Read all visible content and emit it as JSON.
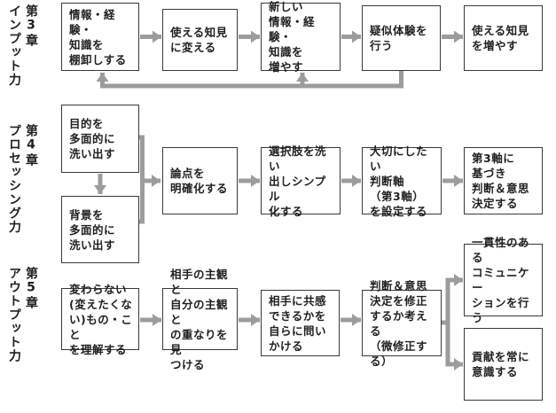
{
  "rows": [
    {
      "chapter": "第3章",
      "skill": "インプット力",
      "boxes": [
        {
          "id": "r1b1",
          "label": "情報・経験・\n知識を\n棚卸しする"
        },
        {
          "id": "r1b2",
          "label": "使える知見\nに変える"
        },
        {
          "id": "r1b3",
          "label": "新しい\n情報・経験・\n知識を\n増やす"
        },
        {
          "id": "r1b4",
          "label": "疑似体験を\n行う"
        },
        {
          "id": "r1b5",
          "label": "使える知見\nを増やす"
        }
      ]
    },
    {
      "chapter": "第4章",
      "skill": "プロセッシング力",
      "boxes": [
        {
          "id": "r2b1",
          "label": "目的を\n多面的に\n洗い出す"
        },
        {
          "id": "r2b2",
          "label": "背景を\n多面的に\n洗い出す"
        },
        {
          "id": "r2b3",
          "label": "論点を\n明確化する"
        },
        {
          "id": "r2b4",
          "label": "選択肢を洗い\n出しシンプル\n化する"
        },
        {
          "id": "r2b5",
          "label": "大切にしたい\n判断軸\n（第3軸）\nを設定する"
        },
        {
          "id": "r2b6",
          "label": "第3軸に\n基づき\n判断＆意思\n決定する"
        }
      ]
    },
    {
      "chapter": "第5章",
      "skill": "アウトプット力",
      "boxes": [
        {
          "id": "r3b1",
          "label": "変わらない\n(変えたくな\nい)もの・こと\nを理解する"
        },
        {
          "id": "r3b2",
          "label": "相手の主観と\n自分の主観と\nの重なりを見\nつける"
        },
        {
          "id": "r3b3",
          "label": "相手に共感\nできるかを\n自らに問い\nかける"
        },
        {
          "id": "r3b4",
          "label": "判断＆意思\n決定を修正\nするか考える\n（微修正する）"
        },
        {
          "id": "r3b5",
          "label": "一貫性のある\nコミュニケー\nションを行う"
        },
        {
          "id": "r3b6",
          "label": "貢献を常に\n意識する"
        }
      ]
    }
  ],
  "edges": [
    {
      "from": "r1b1",
      "to": "r1b2",
      "type": "forward"
    },
    {
      "from": "r1b2",
      "to": "r1b3",
      "type": "forward"
    },
    {
      "from": "r1b3",
      "to": "r1b4",
      "type": "forward"
    },
    {
      "from": "r1b4",
      "to": "r1b5",
      "type": "forward"
    },
    {
      "from": "r1b4",
      "to": "r1b1",
      "type": "feedback"
    },
    {
      "from": "r1b4",
      "to": "r1b3",
      "type": "feedback"
    },
    {
      "from": "r2b1",
      "to": "r2b2",
      "type": "forward"
    },
    {
      "from": "r2b1",
      "to": "r2b3",
      "type": "merge"
    },
    {
      "from": "r2b2",
      "to": "r2b3",
      "type": "merge"
    },
    {
      "from": "r2b3",
      "to": "r2b4",
      "type": "forward"
    },
    {
      "from": "r2b4",
      "to": "r2b5",
      "type": "forward"
    },
    {
      "from": "r2b5",
      "to": "r2b6",
      "type": "forward"
    },
    {
      "from": "r3b1",
      "to": "r3b2",
      "type": "forward"
    },
    {
      "from": "r3b2",
      "to": "r3b3",
      "type": "forward"
    },
    {
      "from": "r3b3",
      "to": "r3b4",
      "type": "forward"
    },
    {
      "from": "r3b4",
      "to": "r3b5",
      "type": "branch"
    },
    {
      "from": "r3b4",
      "to": "r3b6",
      "type": "branch"
    }
  ],
  "colors": {
    "arrow": "#9c9c9c",
    "box_border": "#3a3a3a",
    "text": "#1f1f1f",
    "background": "#ffffff"
  }
}
